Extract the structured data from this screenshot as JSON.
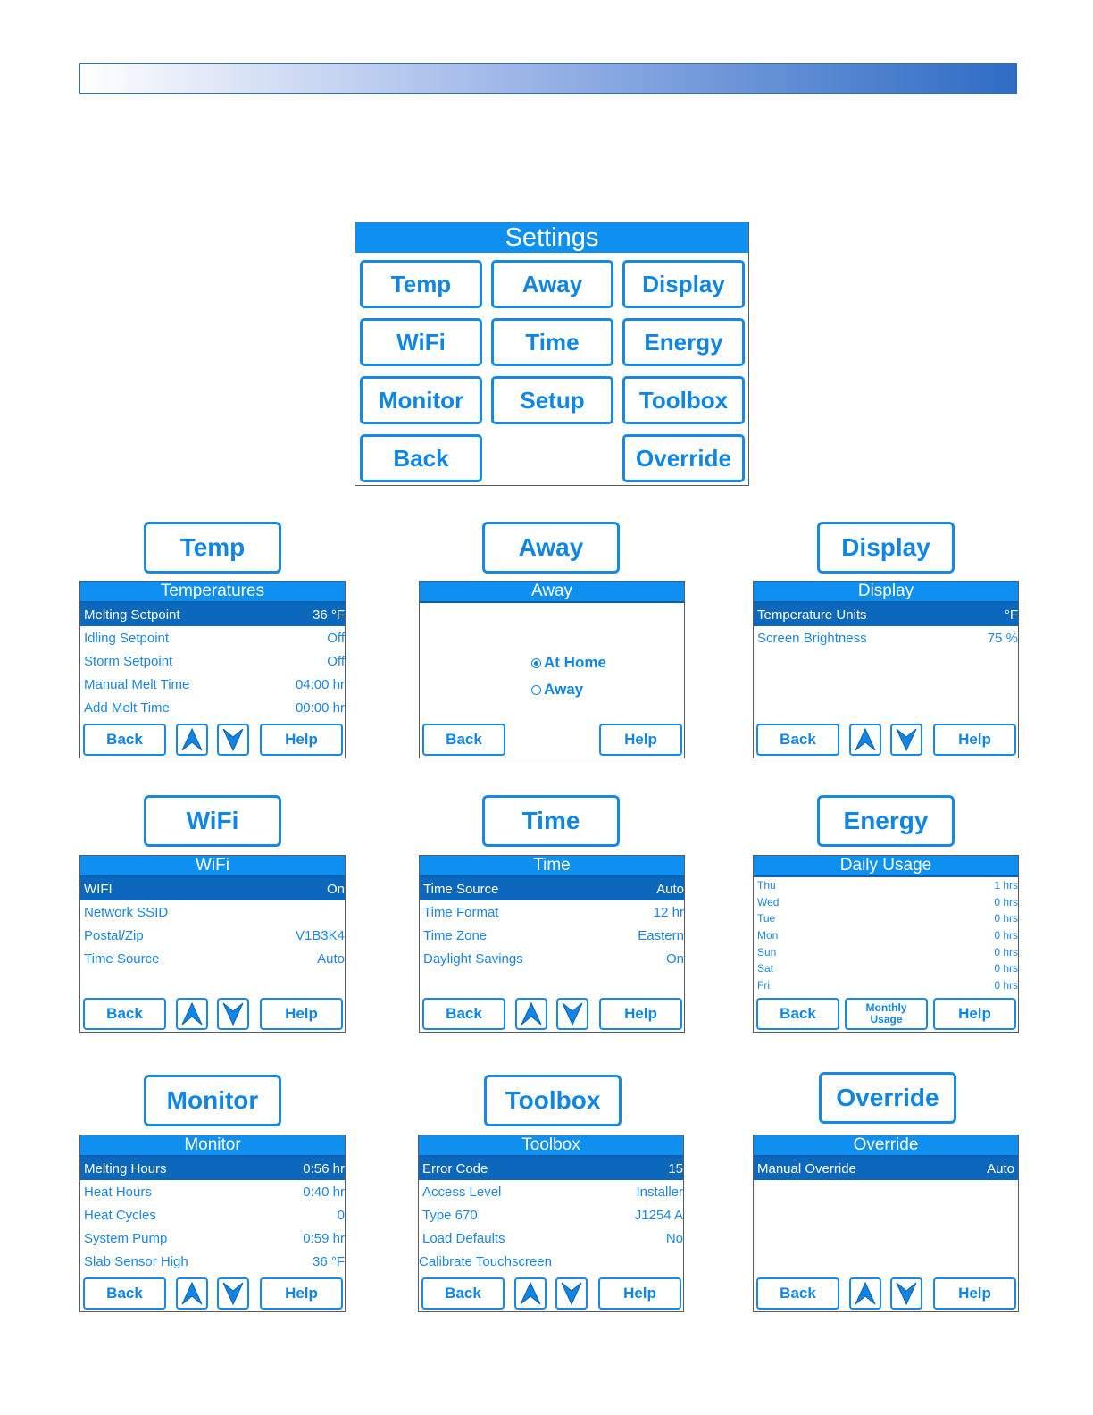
{
  "settings": {
    "title": "Settings",
    "buttons": [
      "Temp",
      "Away",
      "Display",
      "WiFi",
      "Time",
      "Energy",
      "Monitor",
      "Setup",
      "Toolbox",
      "Back",
      "Override"
    ]
  },
  "common": {
    "back": "Back",
    "help": "Help"
  },
  "temp": {
    "label": "Temp",
    "title": "Temperatures",
    "rows": [
      {
        "k": "Melting Setpoint",
        "v": "36 °F"
      },
      {
        "k": "Idling Setpoint",
        "v": "Off"
      },
      {
        "k": "Storm Setpoint",
        "v": "Off"
      },
      {
        "k": "Manual Melt Time",
        "v": "04:00 hr"
      },
      {
        "k": "Add Melt Time",
        "v": "00:00 hr"
      }
    ]
  },
  "away": {
    "label": "Away",
    "title": "Away",
    "options": [
      "At Home",
      "Away"
    ],
    "selected": "At Home"
  },
  "display": {
    "label": "Display",
    "title": "Display",
    "rows": [
      {
        "k": "Temperature Units",
        "v": "°F"
      },
      {
        "k": "Screen Brightness",
        "v": "75 %"
      }
    ]
  },
  "wifi": {
    "label": "WiFi",
    "title": "WiFi",
    "rows": [
      {
        "k": "WIFI",
        "v": "On"
      },
      {
        "k": "Network SSID",
        "v": ""
      },
      {
        "k": "Postal/Zip",
        "v": "V1B3K4"
      },
      {
        "k": "Time Source",
        "v": "Auto"
      }
    ]
  },
  "time": {
    "label": "Time",
    "title": "Time",
    "rows": [
      {
        "k": "Time Source",
        "v": "Auto"
      },
      {
        "k": "Time Format",
        "v": "12 hr"
      },
      {
        "k": "Time Zone",
        "v": "Eastern"
      },
      {
        "k": "Daylight Savings",
        "v": "On"
      }
    ]
  },
  "energy": {
    "label": "Energy",
    "title": "Daily Usage",
    "monthly": "Monthly\nUsage",
    "rows": [
      {
        "k": "Thu",
        "v": "1  hrs"
      },
      {
        "k": "Wed",
        "v": "0  hrs"
      },
      {
        "k": "Tue",
        "v": "0  hrs"
      },
      {
        "k": "Mon",
        "v": "0  hrs"
      },
      {
        "k": "Sun",
        "v": "0  hrs"
      },
      {
        "k": "Sat",
        "v": "0  hrs"
      },
      {
        "k": "Fri",
        "v": "0  hrs"
      }
    ]
  },
  "monitor": {
    "label": "Monitor",
    "title": "Monitor",
    "rows": [
      {
        "k": "Melting Hours",
        "v": "0:56 hr"
      },
      {
        "k": "Heat Hours",
        "v": "0:40 hr"
      },
      {
        "k": "Heat Cycles",
        "v": "0"
      },
      {
        "k": "System Pump",
        "v": "0:59 hr"
      },
      {
        "k": "Slab Sensor High",
        "v": "36 °F"
      }
    ]
  },
  "toolbox": {
    "label": "Toolbox",
    "title": "Toolbox",
    "rows": [
      {
        "k": "Error Code",
        "v": "15"
      },
      {
        "k": "Access Level",
        "v": "Installer"
      },
      {
        "k": "Type 670",
        "v": "J1254 A"
      },
      {
        "k": "Load Defaults",
        "v": "No"
      },
      {
        "k": "Calibrate Touchscreen",
        "v": ""
      }
    ]
  },
  "override": {
    "label": "Override",
    "title": "Override",
    "rows": [
      {
        "k": "Manual Override",
        "v": "Auto"
      }
    ]
  },
  "colors": {
    "accent": "#0f8ff0",
    "selected": "#0c68bd",
    "text": "#1b86e0"
  },
  "icons": {
    "up": "up-arrow-icon",
    "down": "down-arrow-icon"
  }
}
